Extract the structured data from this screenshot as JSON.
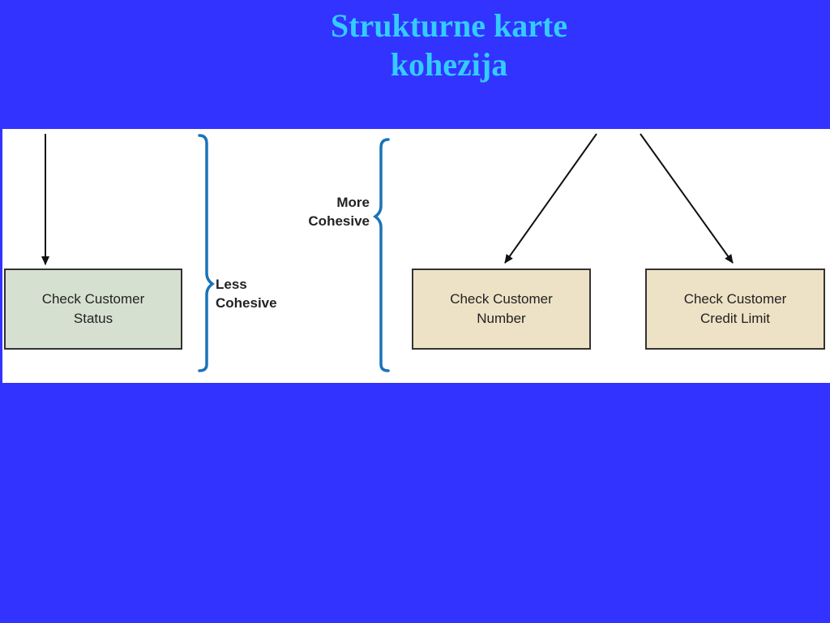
{
  "slide": {
    "title_line1": "Strukturne karte",
    "title_line2": "kohezija"
  },
  "diagram": {
    "less_group": {
      "label_line1": "Less",
      "label_line2": "Cohesive",
      "box": {
        "line1": "Check Customer",
        "line2": "Status"
      }
    },
    "more_group": {
      "label_line1": "More",
      "label_line2": "Cohesive",
      "boxes": [
        {
          "line1": "Check Customer",
          "line2": "Number"
        },
        {
          "line1": "Check Customer",
          "line2": "Credit Limit"
        }
      ]
    }
  },
  "colors": {
    "background": "#3333ff",
    "title": "#33ccff",
    "brace": "#1a73b8",
    "box_less": "#d6e0d0",
    "box_more": "#eee2c6"
  }
}
